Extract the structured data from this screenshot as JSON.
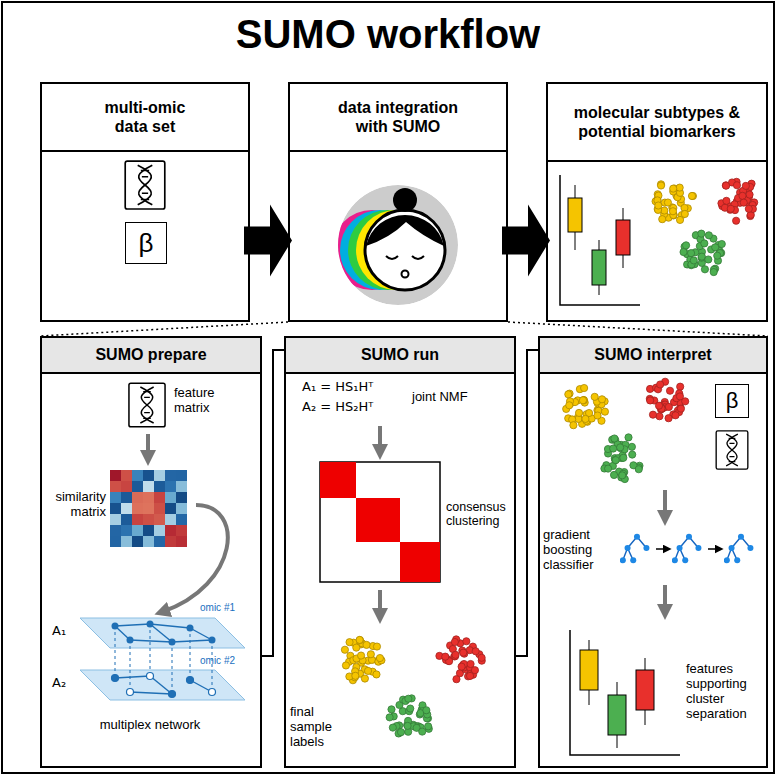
{
  "diagram": {
    "title": "SUMO workflow",
    "nodes": [
      {
        "text": [
          "multi-omic data set"
        ]
      },
      {
        "text": [
          "β"
        ],
        "in": 0
      },
      {
        "text": [
          "data integration with SUMO"
        ]
      },
      {
        "text": [
          "molecular subtypes & potential biomarkers"
        ]
      },
      {
        "text": [
          "SUMO prepare"
        ]
      },
      {
        "text": [
          "SUMO run"
        ]
      },
      {
        "text": [
          "SUMO interpret"
        ]
      },
      {
        "text": [
          "β"
        ],
        "in": 6
      }
    ],
    "edges": [
      {
        "from": 0,
        "to": 2,
        "arrow": "to"
      },
      {
        "from": 2,
        "to": 3,
        "arrow": "to"
      },
      {
        "from": 4,
        "to": 5,
        "arrow": "none"
      },
      {
        "from": 5,
        "to": 6,
        "arrow": "none"
      }
    ],
    "labels": [
      "feature matrix",
      "similarity matrix",
      "omic #1",
      "omic #2",
      "A₁",
      "A₂",
      "multiplex network",
      "A₁ = HS₁Hᵀ",
      "A₂ = HS₂Hᵀ",
      "joint NMF",
      "consensus clustering",
      "final sample labels",
      "gradient boosting classifier",
      "features supporting cluster separation"
    ]
  }
}
